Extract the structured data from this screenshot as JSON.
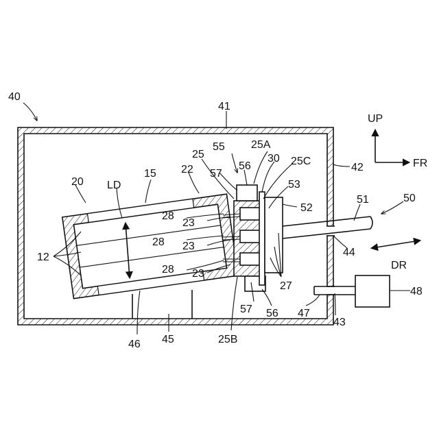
{
  "labels": {
    "l40": "40",
    "l41": "41",
    "l42": "42",
    "l43": "43",
    "l44": "44",
    "l45": "45",
    "l46": "46",
    "l47": "47",
    "l48": "48",
    "l50": "50",
    "l51": "51",
    "l52": "52",
    "l53": "53",
    "l55": "55",
    "l56_top": "56",
    "l56_bottom": "56",
    "l57_top": "57",
    "l57_bottom": "57",
    "l30": "30",
    "l25": "25",
    "l25A": "25A",
    "l25B": "25B",
    "l25C": "25C",
    "l27": "27",
    "l28_1": "28",
    "l28_2": "28",
    "l28_3": "28",
    "l23_1": "23",
    "l23_2": "23",
    "l23_3": "23",
    "l22": "22",
    "l20": "20",
    "l15": "15",
    "l12": "12",
    "lLD": "LD",
    "lDR": "DR",
    "lUP": "UP",
    "lFR": "FR"
  }
}
